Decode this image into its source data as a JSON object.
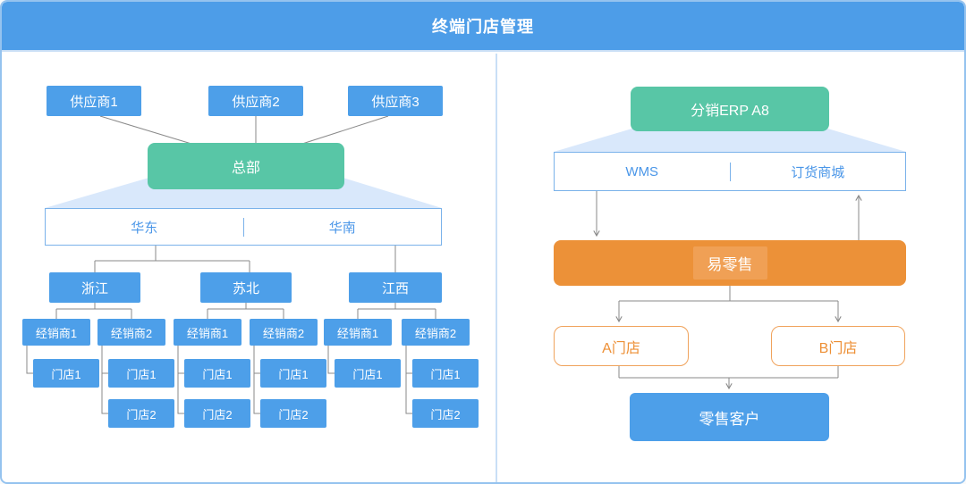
{
  "header": {
    "title": "终端门店管理"
  },
  "colors": {
    "header_blue": "#4D9DE8",
    "node_blue": "#4D9FE9",
    "teal": "#58C6A6",
    "orange": "#EC9138",
    "orange_light": "#F0A055",
    "funnel_blue": "#D9E8FB",
    "line_gray": "#8A8A8A",
    "border_blue": "#7AB2EA",
    "text_blue": "#4A96E8"
  },
  "left_panel": {
    "suppliers": [
      {
        "label": "供应商1"
      },
      {
        "label": "供应商2"
      },
      {
        "label": "供应商3"
      }
    ],
    "headquarters": "总部",
    "regions": [
      {
        "label": "华东"
      },
      {
        "label": "华南"
      }
    ],
    "provinces": [
      {
        "label": "浙江",
        "dealers": [
          {
            "label": "经销商1",
            "stores": [
              {
                "label": "门店1"
              }
            ]
          },
          {
            "label": "经销商2",
            "stores": [
              {
                "label": "门店1"
              },
              {
                "label": "门店2"
              }
            ]
          }
        ]
      },
      {
        "label": "苏北",
        "dealers": [
          {
            "label": "经销商1",
            "stores": [
              {
                "label": "门店1"
              },
              {
                "label": "门店2"
              }
            ]
          },
          {
            "label": "经销商2",
            "stores": [
              {
                "label": "门店1"
              },
              {
                "label": "门店2"
              }
            ]
          }
        ]
      },
      {
        "label": "江西",
        "dealers": [
          {
            "label": "经销商1",
            "stores": [
              {
                "label": "门店1"
              }
            ]
          },
          {
            "label": "经销商2",
            "stores": [
              {
                "label": "门店1"
              },
              {
                "label": "门店2"
              }
            ]
          }
        ]
      }
    ]
  },
  "right_panel": {
    "erp": "分销ERP A8",
    "modules": [
      {
        "label": "WMS"
      },
      {
        "label": "订货商城"
      }
    ],
    "retail_system": "易零售",
    "stores": [
      {
        "label": "A门店"
      },
      {
        "label": "B门店"
      }
    ],
    "customer": "零售客户"
  }
}
